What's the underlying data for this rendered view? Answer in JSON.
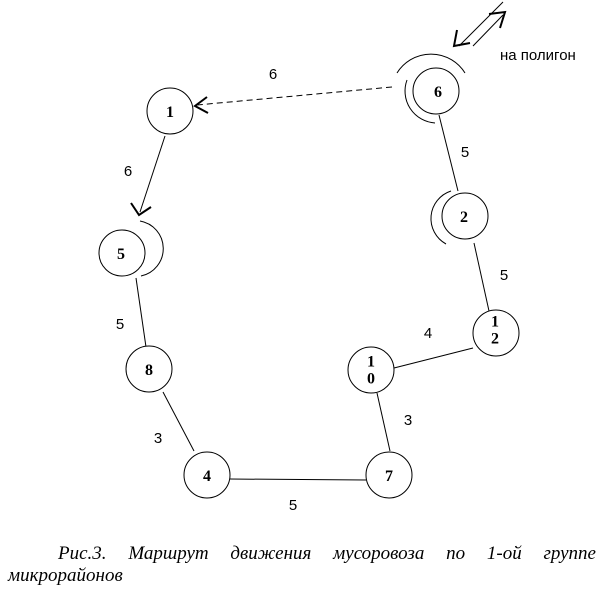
{
  "diagram": {
    "nodes": [
      {
        "id": "n1",
        "label": "1"
      },
      {
        "id": "n5",
        "label": "5"
      },
      {
        "id": "n8",
        "label": "8"
      },
      {
        "id": "n4",
        "label": "4"
      },
      {
        "id": "n7",
        "label": "7"
      },
      {
        "id": "n10",
        "label": "1\n0"
      },
      {
        "id": "n12",
        "label": "1\n2"
      },
      {
        "id": "n2",
        "label": "2"
      },
      {
        "id": "n6",
        "label": "6"
      }
    ],
    "edges": [
      {
        "from": "n6",
        "to": "n1",
        "weight": "6"
      },
      {
        "from": "n1",
        "to": "n5",
        "weight": "6"
      },
      {
        "from": "n5",
        "to": "n8",
        "weight": "5"
      },
      {
        "from": "n8",
        "to": "n4",
        "weight": "3"
      },
      {
        "from": "n4",
        "to": "n7",
        "weight": "5"
      },
      {
        "from": "n7",
        "to": "n10",
        "weight": "3"
      },
      {
        "from": "n10",
        "to": "n12",
        "weight": "4"
      },
      {
        "from": "n12",
        "to": "n2",
        "weight": "5"
      },
      {
        "from": "n2",
        "to": "n6",
        "weight": "5"
      }
    ],
    "destination_label": "на полигон"
  },
  "caption": "Рис.3. Маршрут движения мусоровоза по 1-ой группе микрорайонов"
}
